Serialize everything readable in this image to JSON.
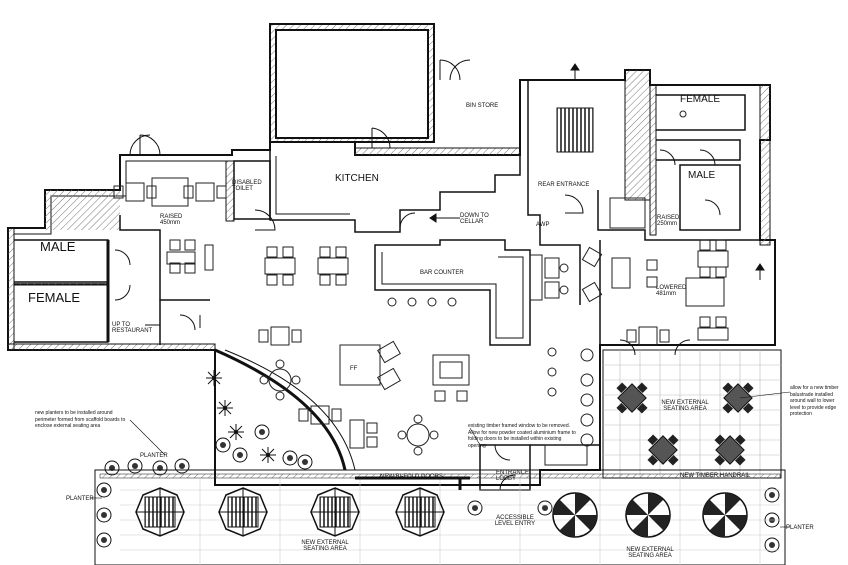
{
  "rooms": {
    "female_top": "FEMALE",
    "male_right": "MALE",
    "bin_store": "BIN STORE",
    "kitchen": "KITCHEN",
    "disabled_toilet": "DISABLED TOILET",
    "raised_left": "RAISED 450mm",
    "rear_entrance": "REAR ENTRANCE",
    "down_to_cellar": "DOWN TO CELLAR",
    "awp": "AWP",
    "raised_right": "RAISED 250mm",
    "male_left": "MALE",
    "female_left": "FEMALE",
    "bar_counter": "BAR COUNTER",
    "lowered": "LOWERED 481mm",
    "up_to_restaurant": "UP TO RESTAURANT",
    "ff": "FF",
    "new_external_seating_right": "NEW EXTERNAL SEATING AREA",
    "new_external_seating_bottom_left": "NEW EXTERNAL SEATING AREA",
    "new_external_seating_bottom_right": "NEW EXTERNAL SEATING AREA",
    "new_bifold_doors": "NEW BI-FOLD DOORS",
    "new_timber_handrail": "NEW TIMBER HANDRAIL",
    "entrance_lobby": "ENTRANCE LOBBY",
    "accessible_level_entry": "ACCESSIBLE LEVEL ENTRY",
    "planter_1": "PLANTER",
    "planter_2": "PLANTER",
    "planter_3": "PLANTER"
  },
  "notes": {
    "planters_note": "new planters to be installed around perimeter formed from scaffold boards to enclose external seating area",
    "window_note": "existing timber framed window to be removed. Allow for new powder coated aluminium frame to folding doors to be installed within existing opening",
    "balustrade_note": "allow for a new timber balustrade installed around wall to lower level to provide edge protection"
  }
}
